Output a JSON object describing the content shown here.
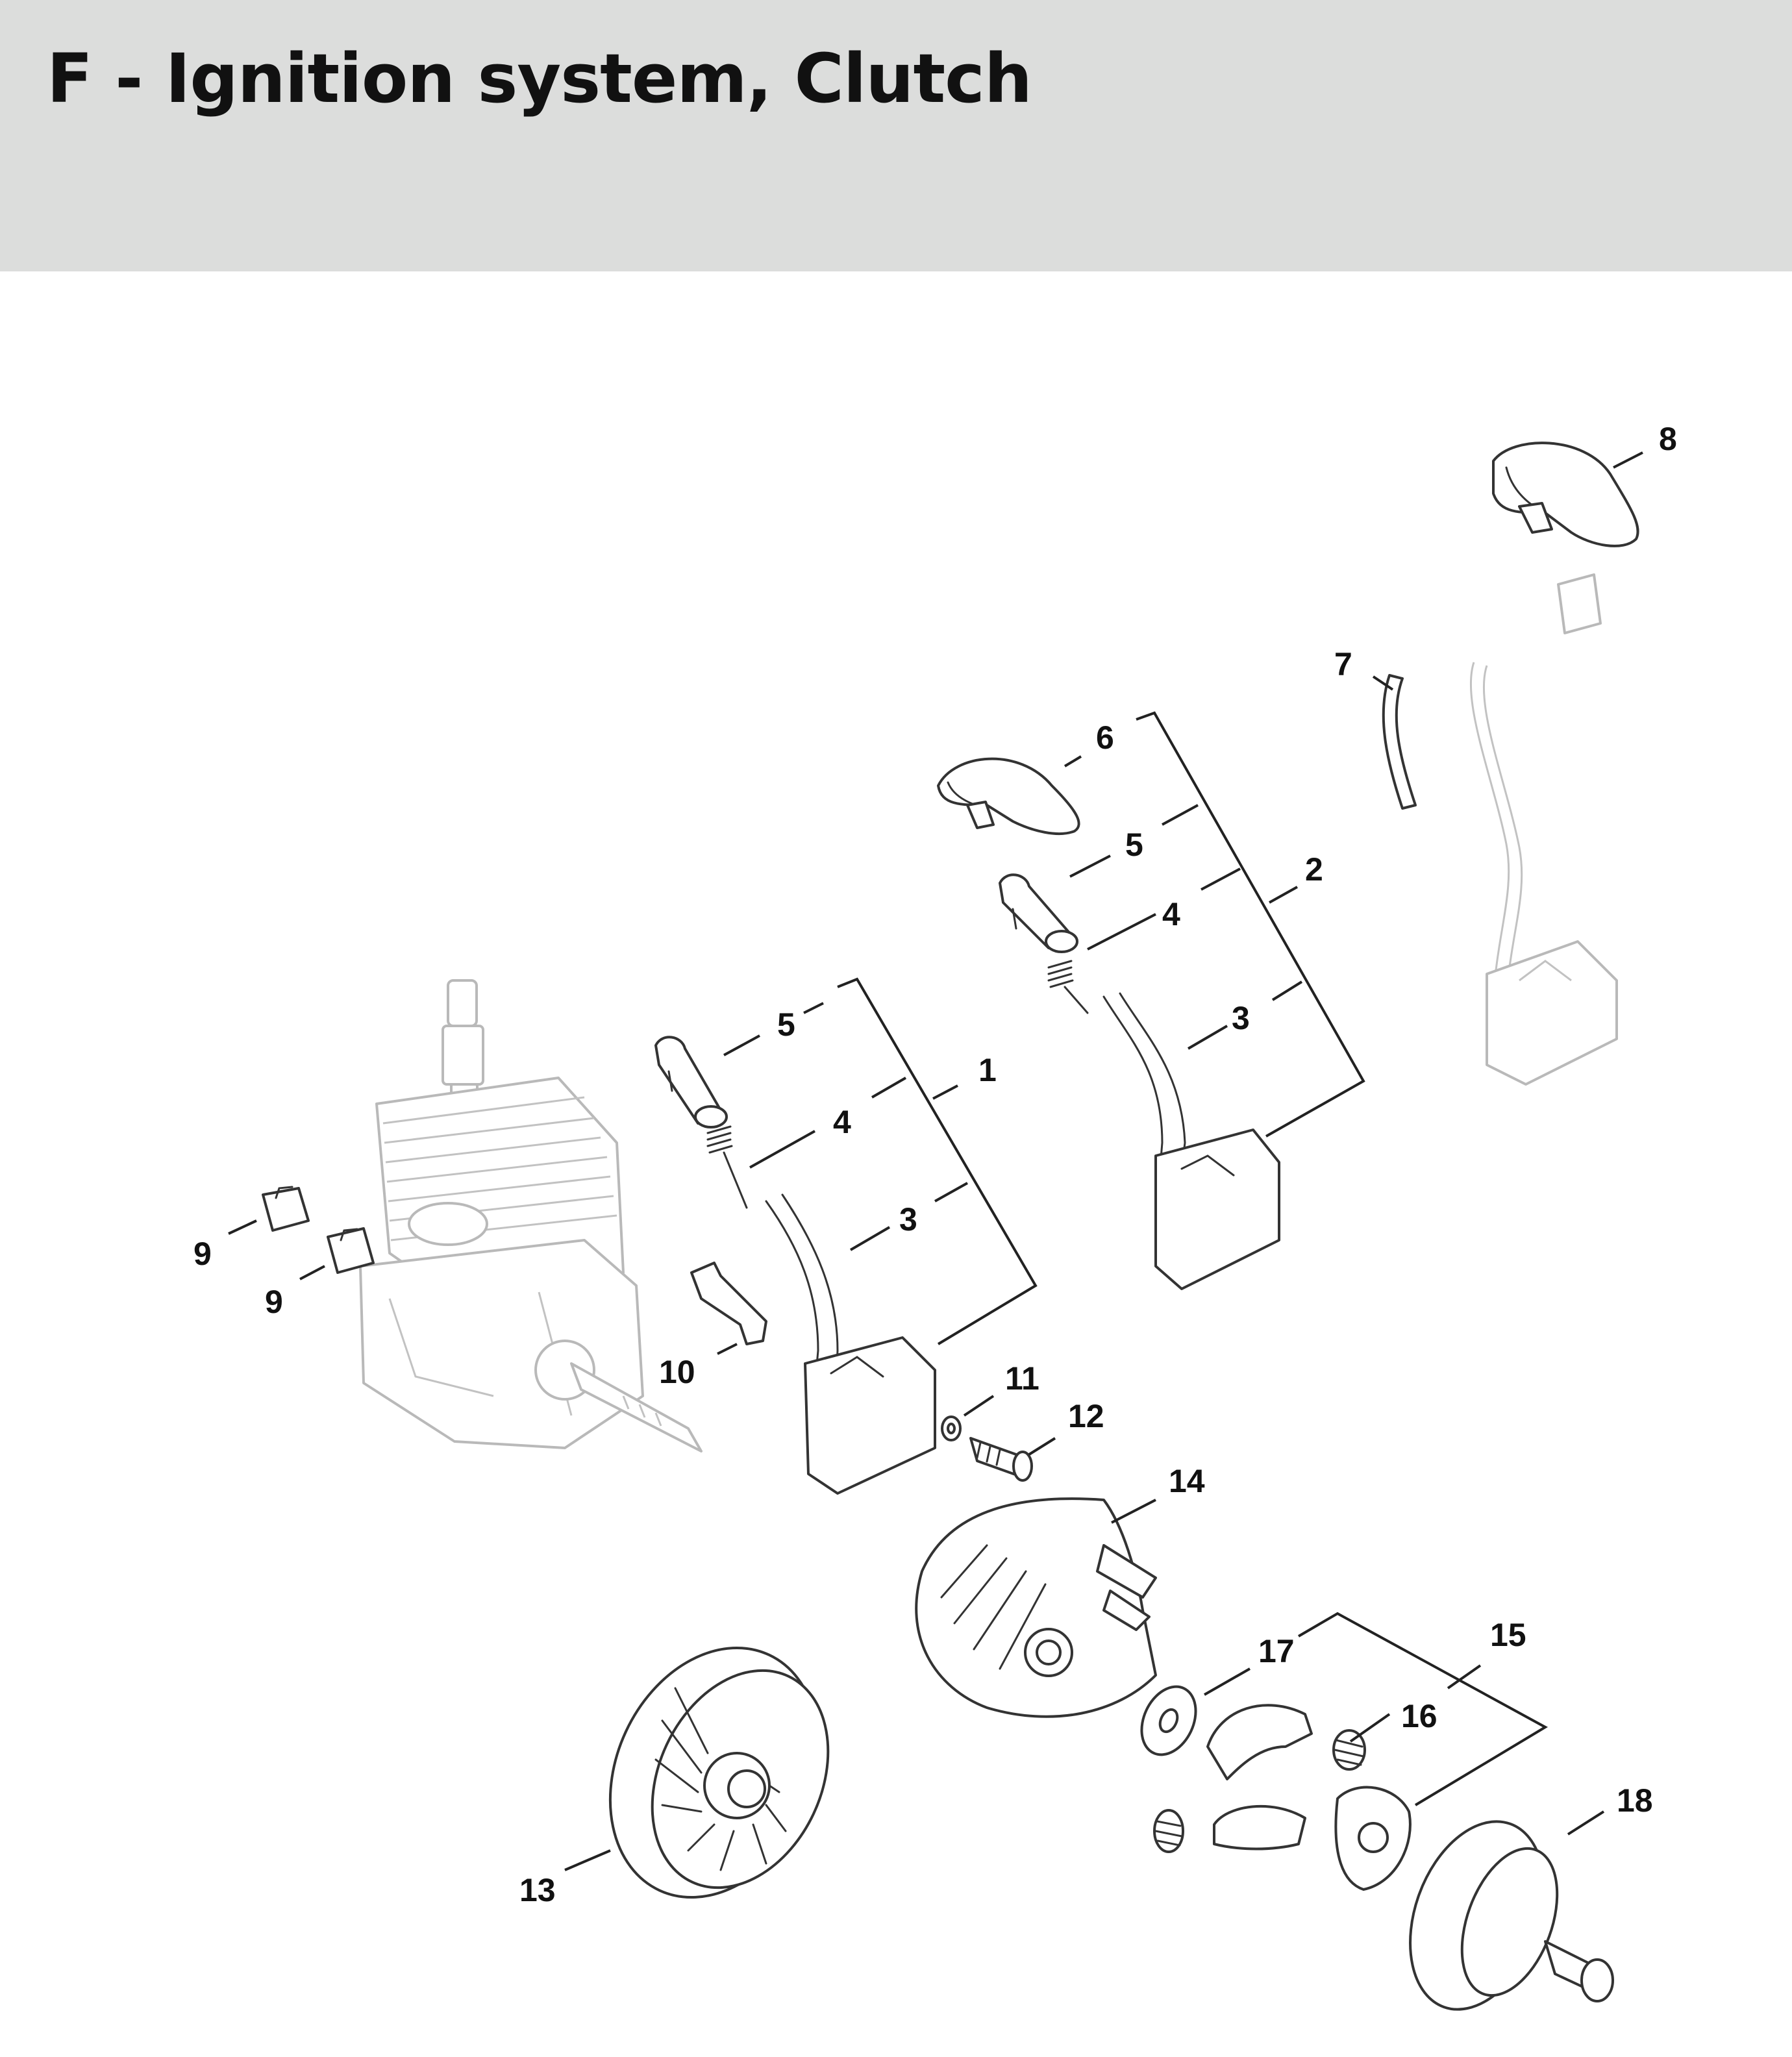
{
  "header": {
    "title": "F - Ignition system, Clutch",
    "background_color": "#dcdddc"
  },
  "diagram": {
    "callouts": [
      {
        "id": "c8",
        "label": "8"
      },
      {
        "id": "c7",
        "label": "7"
      },
      {
        "id": "c6",
        "label": "6"
      },
      {
        "id": "c5b",
        "label": "5"
      },
      {
        "id": "c4b",
        "label": "4"
      },
      {
        "id": "c2",
        "label": "2"
      },
      {
        "id": "c3b",
        "label": "3"
      },
      {
        "id": "c5a",
        "label": "5"
      },
      {
        "id": "c4a",
        "label": "4"
      },
      {
        "id": "c1",
        "label": "1"
      },
      {
        "id": "c3a",
        "label": "3"
      },
      {
        "id": "c9a",
        "label": "9"
      },
      {
        "id": "c9b",
        "label": "9"
      },
      {
        "id": "c10",
        "label": "10"
      },
      {
        "id": "c11",
        "label": "11"
      },
      {
        "id": "c12",
        "label": "12"
      },
      {
        "id": "c14",
        "label": "14"
      },
      {
        "id": "c17",
        "label": "17"
      },
      {
        "id": "c15",
        "label": "15"
      },
      {
        "id": "c16",
        "label": "16"
      },
      {
        "id": "c18",
        "label": "18"
      },
      {
        "id": "c13",
        "label": "13"
      }
    ]
  }
}
